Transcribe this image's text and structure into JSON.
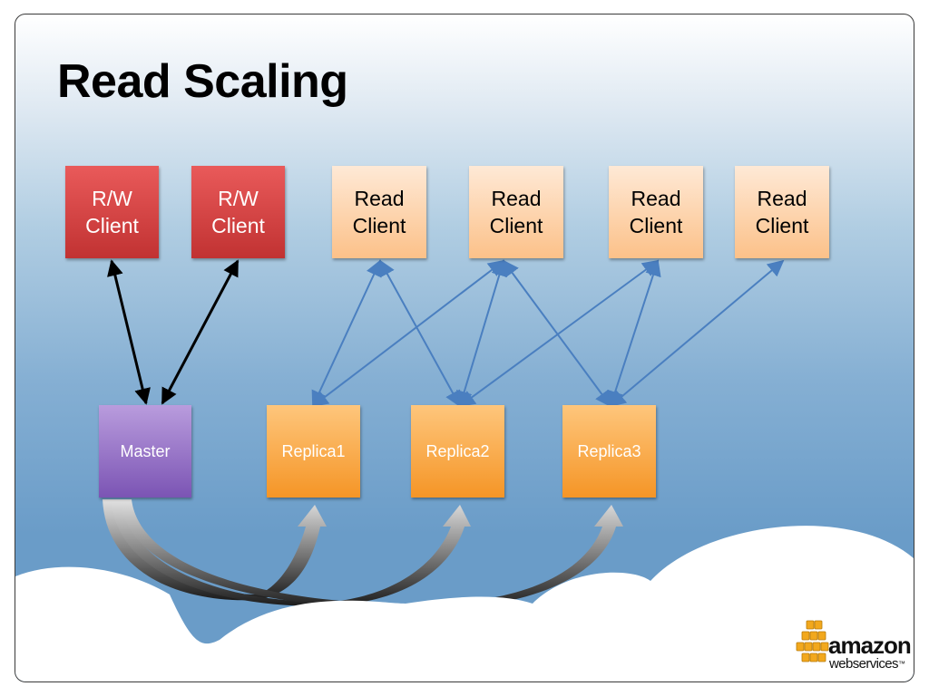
{
  "title": "Read Scaling",
  "rw_clients": [
    {
      "label": "R/W\nClient"
    },
    {
      "label": "R/W\nClient"
    }
  ],
  "read_clients": [
    {
      "label": "Read\nClient"
    },
    {
      "label": "Read\nClient"
    },
    {
      "label": "Read\nClient"
    },
    {
      "label": "Read\nClient"
    }
  ],
  "master": {
    "label": "Master"
  },
  "replicas": [
    {
      "label": "Replica1"
    },
    {
      "label": "Replica2"
    },
    {
      "label": "Replica3"
    }
  ],
  "logo": {
    "word": "amazon",
    "sub": "webservices",
    "tm": "™"
  },
  "colors": {
    "rw_client": "#d44545",
    "read_client": "#fdd3ac",
    "master": "#9a77c9",
    "replica": "#f8a640",
    "client_links": "#4a7fc0",
    "master_links": "#000000",
    "logo_cubes": "#f2a81d"
  }
}
